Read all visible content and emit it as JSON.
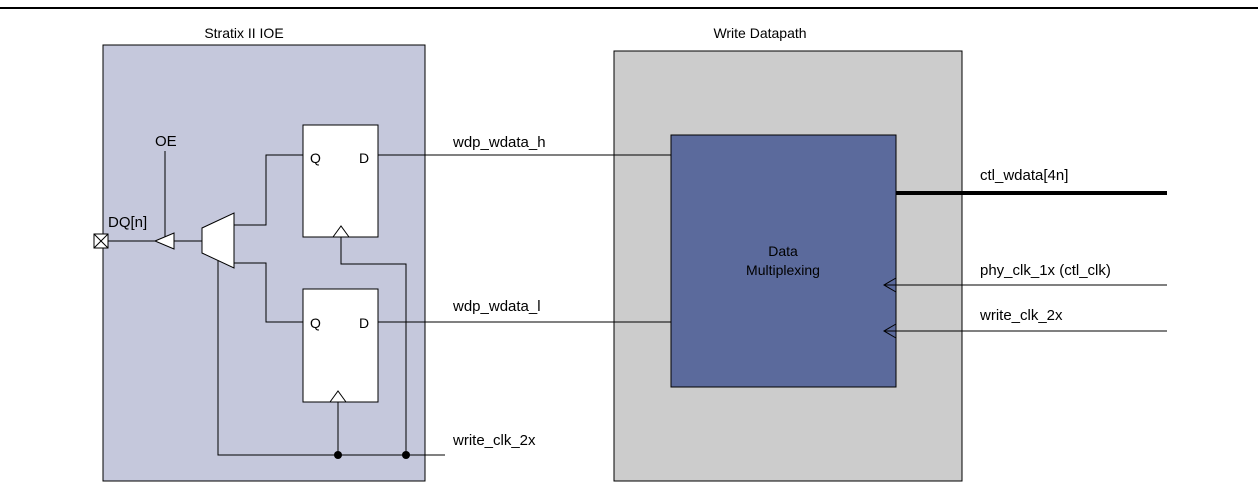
{
  "blocks": {
    "ioe_title": "Stratix II IOE",
    "datapath_title": "Write Datapath",
    "mux_block_line1": "Data",
    "mux_block_line2": "Multiplexing"
  },
  "flipflops": {
    "top": {
      "q_label": "Q",
      "d_label": "D"
    },
    "bottom": {
      "q_label": "Q",
      "d_label": "D"
    }
  },
  "pins": {
    "dq": "DQ[n]",
    "oe": "OE"
  },
  "signals": {
    "wdata_h": "wdp_wdata_h",
    "wdata_l": "wdp_wdata_l",
    "write_clk_ioe": "write_clk_2x",
    "ctl_wdata": "ctl_wdata[4n]",
    "phy_clk": "phy_clk_1x (ctl_clk)",
    "write_clk_dp": "write_clk_2x"
  },
  "colors": {
    "ioe_fill": "#c5c8dc",
    "datapath_fill": "#cccccc",
    "mux_block_fill": "#5b6a9c"
  }
}
